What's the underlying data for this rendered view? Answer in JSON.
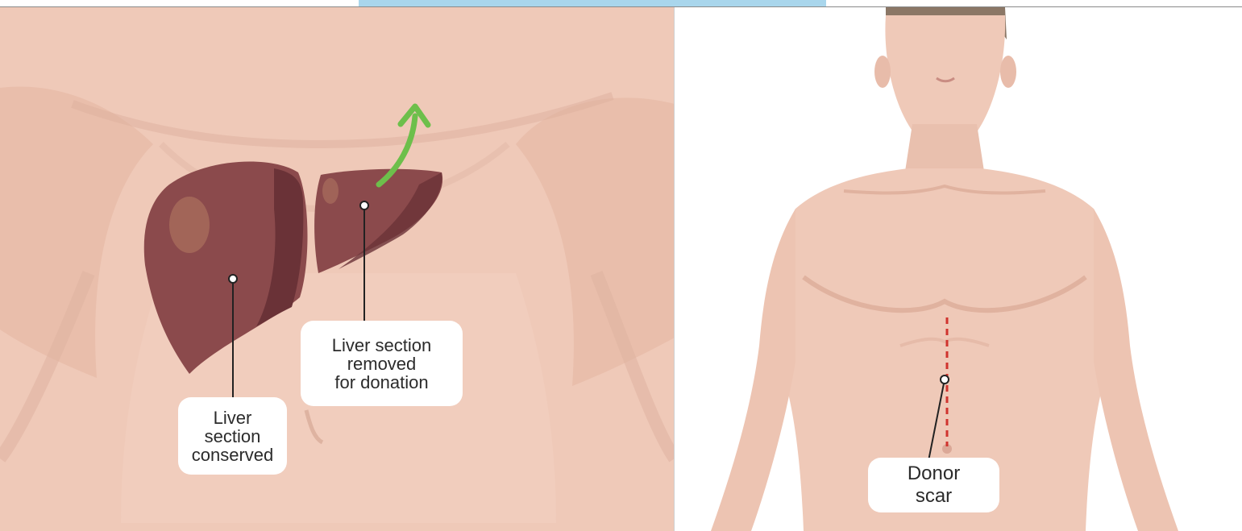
{
  "labels": {
    "conserved": {
      "line1": "Liver",
      "line2": "section",
      "line3": "conserved"
    },
    "removed": {
      "line1": "Liver section",
      "line2": "removed",
      "line3": "for donation"
    },
    "scar": {
      "line1": "Donor",
      "line2": "scar"
    }
  },
  "colors": {
    "skin": "#efc9b8",
    "skin_shadow": "#dfb3a1",
    "liver": "#8b4a4c",
    "liver_dark": "#6a3237",
    "arrow": "#6dbf4b",
    "scar": "#d0332e",
    "top_band": "#a9d6ec"
  },
  "icons": {
    "arrow": "curved-up-arrow-icon",
    "pointer": "callout-dot-icon"
  }
}
